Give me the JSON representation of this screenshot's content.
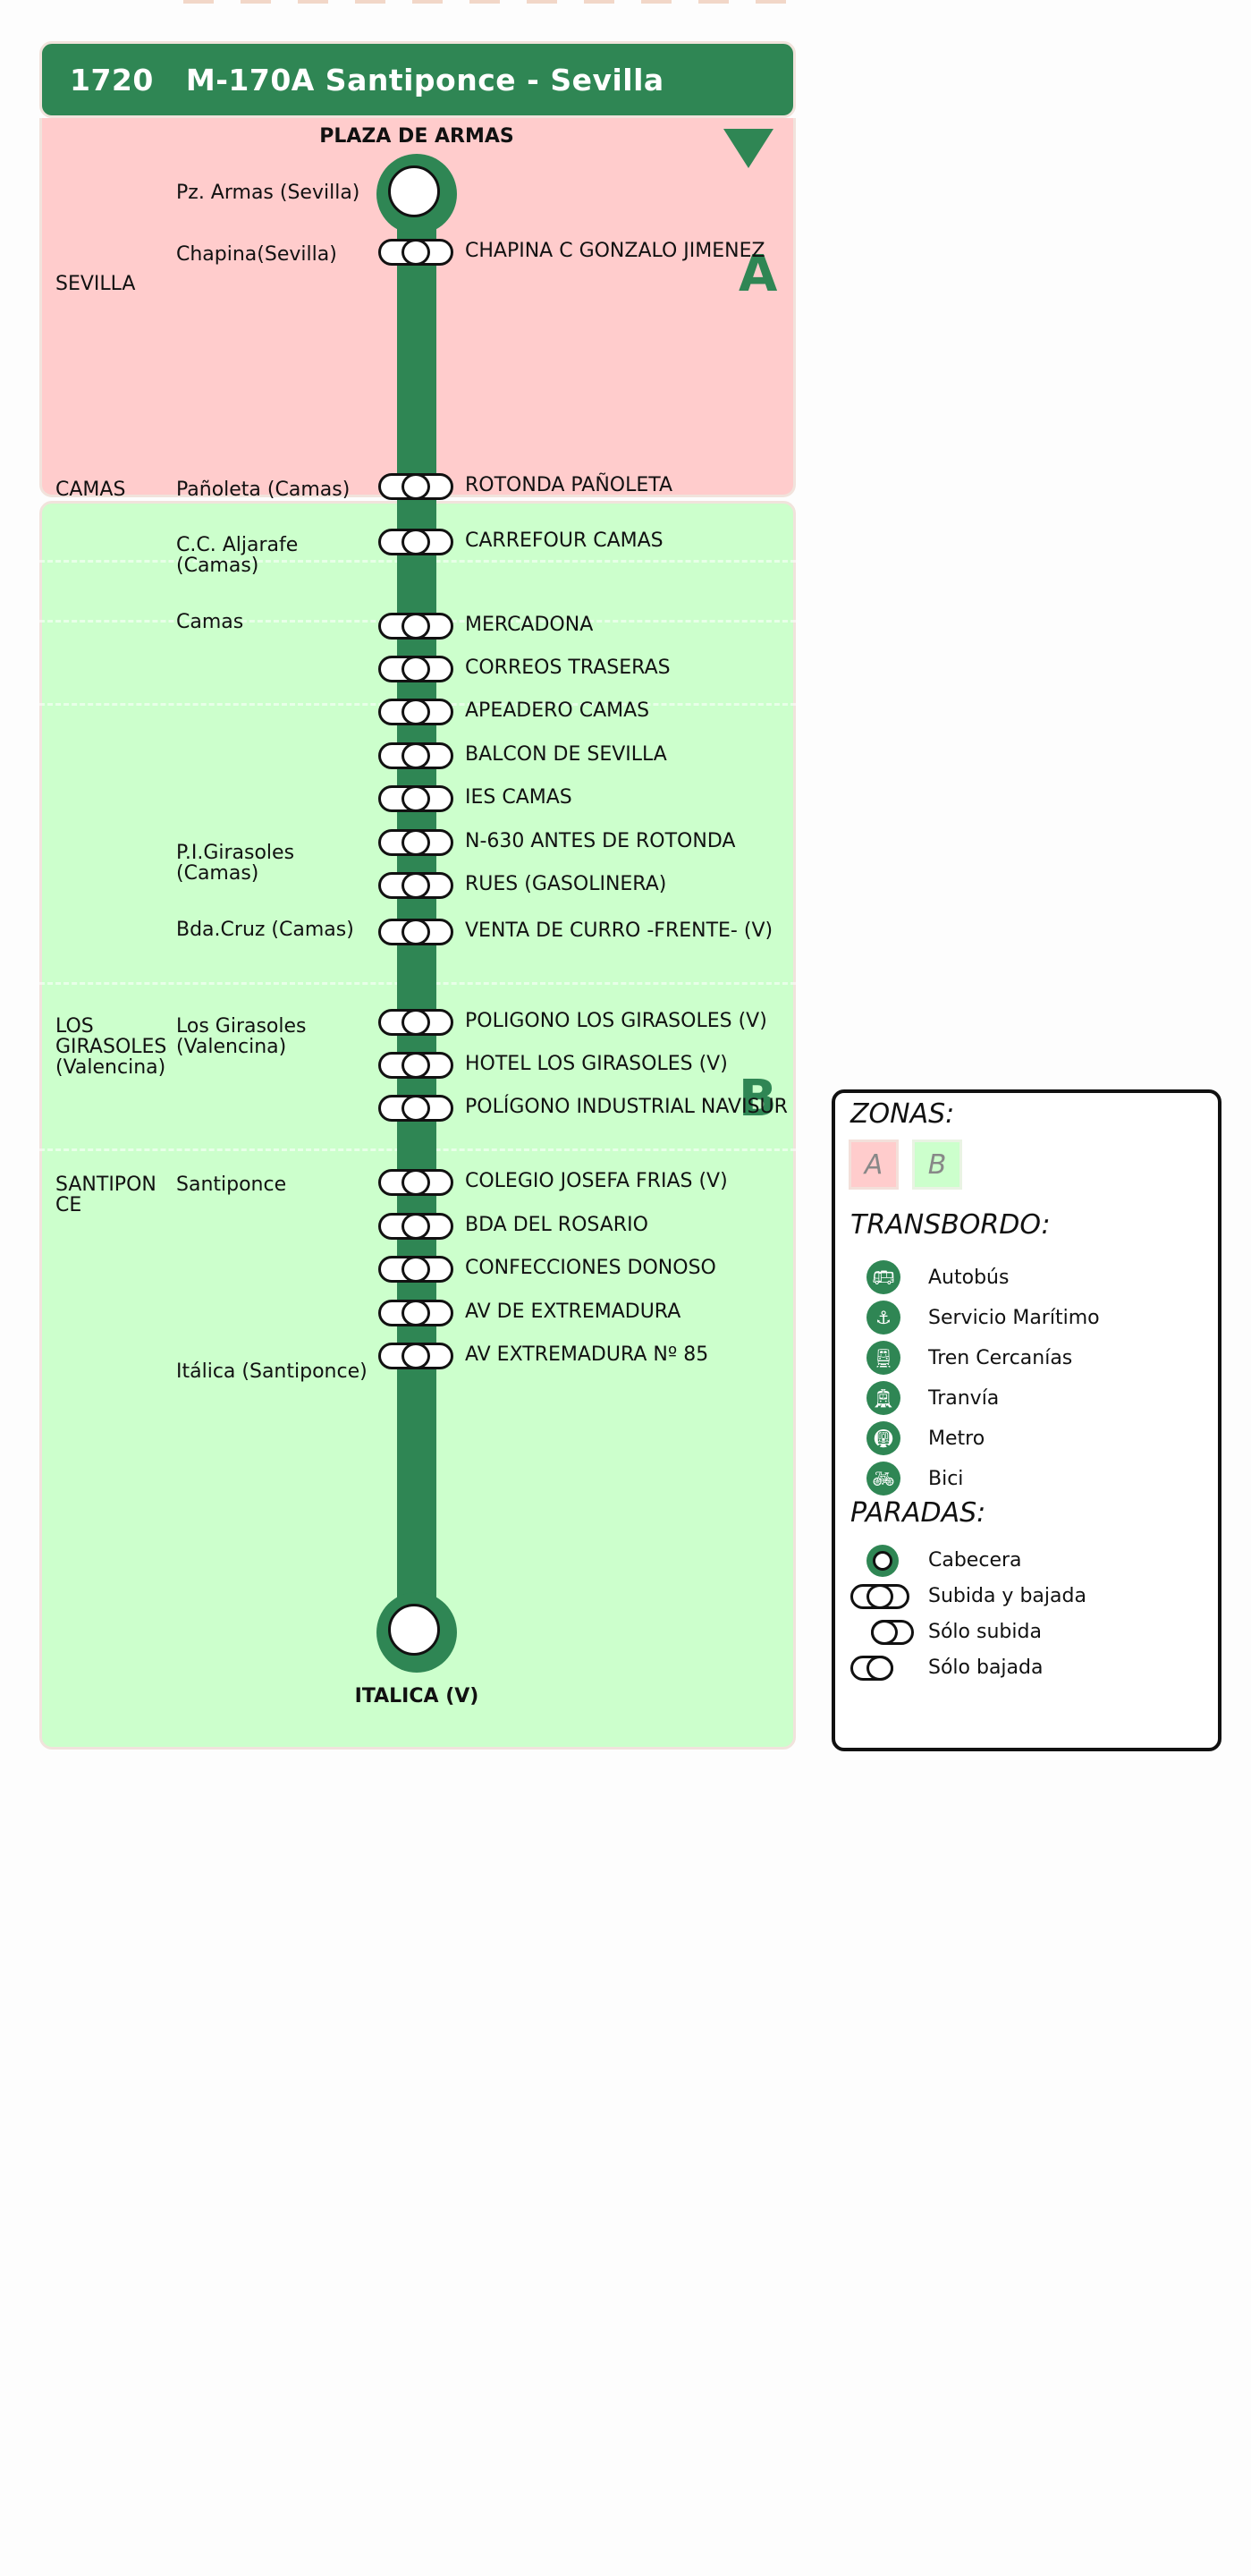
{
  "header": {
    "line_number": "1720",
    "line_name": "M-170A Santiponce - Sevilla",
    "color": "#2f8654"
  },
  "terminals": {
    "start": "PLAZA DE ARMAS",
    "end": "ITALICA (V)"
  },
  "zones": [
    {
      "letter": "A",
      "color": "#ffcccc"
    },
    {
      "letter": "B",
      "color": "#ccffcc"
    }
  ],
  "municipalities": [
    "SEVILLA",
    "CAMAS",
    "LOS GIRASOLES (Valencina)",
    "SANTIPONCE"
  ],
  "localities": [
    "Pz. Armas (Sevilla)",
    "Chapina(Sevilla)",
    "Pañoleta (Camas)",
    "C.C. Aljarafe (Camas)",
    "Camas",
    "P.I.Girasoles (Camas)",
    "Bda.Cruz (Camas)",
    "Los Girasoles (Valencina)",
    "Santiponce",
    "Itálica (Santiponce)"
  ],
  "stops": [
    "CHAPINA C GONZALO JIMENEZ",
    "ROTONDA PAÑOLETA",
    "CARREFOUR CAMAS",
    "MERCADONA",
    "CORREOS TRASERAS",
    "APEADERO CAMAS",
    "BALCON DE SEVILLA",
    "IES CAMAS",
    "N-630 ANTES DE ROTONDA",
    "RUES (GASOLINERA)",
    "VENTA DE CURRO -FRENTE- (V)",
    "POLIGONO LOS GIRASOLES (V)",
    "HOTEL LOS GIRASOLES (V)",
    "POLÍGONO INDUSTRIAL NAVISUR",
    "COLEGIO JOSEFA FRIAS (V)",
    "BDA DEL ROSARIO",
    "CONFECCIONES DONOSO",
    "AV DE EXTREMADURA",
    "AV EXTREMADURA Nº 85"
  ],
  "legend": {
    "zones_title": "ZONAS:",
    "zone_labels": [
      "A",
      "B"
    ],
    "transfer_title": "TRANSBORDO:",
    "transfers": [
      {
        "icon": "bus-icon",
        "label": "Autobús"
      },
      {
        "icon": "ferry-icon",
        "label": "Servicio Marítimo"
      },
      {
        "icon": "train-icon",
        "label": "Tren Cercanías"
      },
      {
        "icon": "tram-icon",
        "label": "Tranvía"
      },
      {
        "icon": "metro-icon",
        "label": "Metro"
      },
      {
        "icon": "bike-icon",
        "label": "Bici"
      }
    ],
    "stops_title": "PARADAS:",
    "stop_types": [
      "Cabecera",
      "Subida y bajada",
      "Sólo subida",
      "Sólo bajada"
    ]
  }
}
